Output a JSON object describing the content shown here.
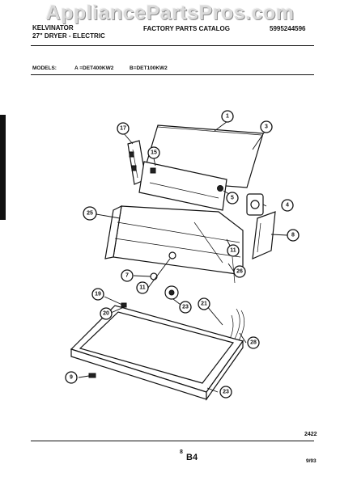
{
  "watermark": "AppliancePartsPros.com",
  "header": {
    "brand": "KELVINATOR",
    "subtitle": "27\" DRYER - ELECTRIC",
    "catalog_title": "FACTORY PARTS CATALOG",
    "catalog_number": "5995244596"
  },
  "models": {
    "label": "MODELS:",
    "model_a": "A =DET400KW2",
    "model_b": "B=DET100KW2"
  },
  "callouts": [
    "1",
    "3",
    "17",
    "15",
    "5",
    "4",
    "25",
    "8",
    "11",
    "7",
    "26",
    "11",
    "19",
    "20",
    "23",
    "21",
    "28",
    "9",
    "23"
  ],
  "footer": {
    "figure_code": "2422",
    "page_number": "8",
    "section": "B4",
    "date": "9/93"
  }
}
